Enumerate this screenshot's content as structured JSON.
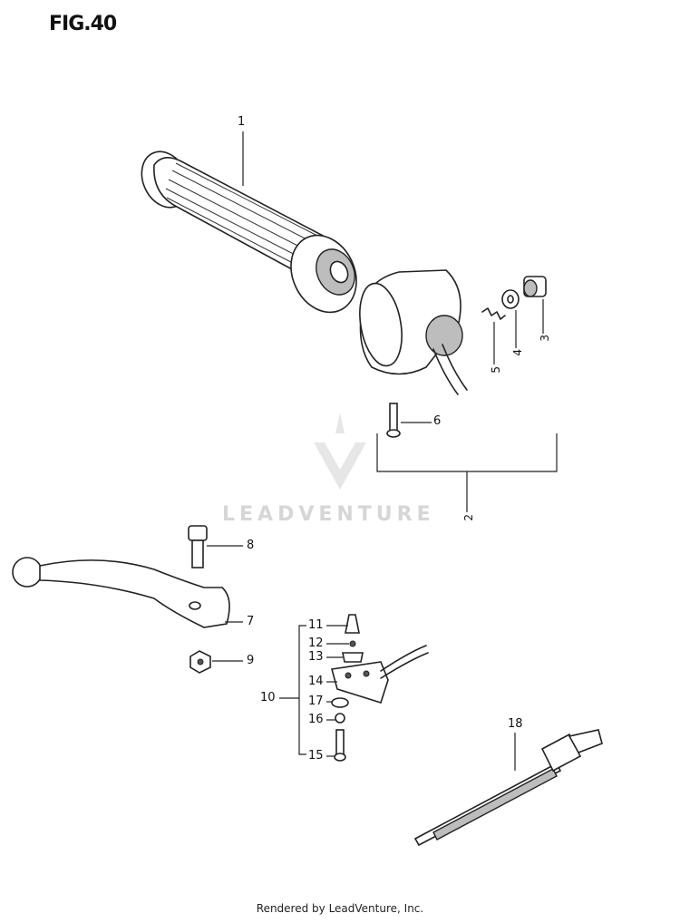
{
  "figure": {
    "title": "FIG.40"
  },
  "callouts": {
    "p1": "1",
    "p2": "2",
    "p3": "3",
    "p4": "4",
    "p5": "5",
    "p6": "6",
    "p7": "7",
    "p8": "8",
    "p9": "9",
    "p10": "10",
    "p11": "11",
    "p12": "12",
    "p13": "13",
    "p14": "14",
    "p15": "15",
    "p16": "16",
    "p17": "17",
    "p18": "18"
  },
  "watermark": {
    "text": "LEADVENTURE"
  },
  "footer": {
    "text": "Rendered by LeadVenture, Inc."
  }
}
